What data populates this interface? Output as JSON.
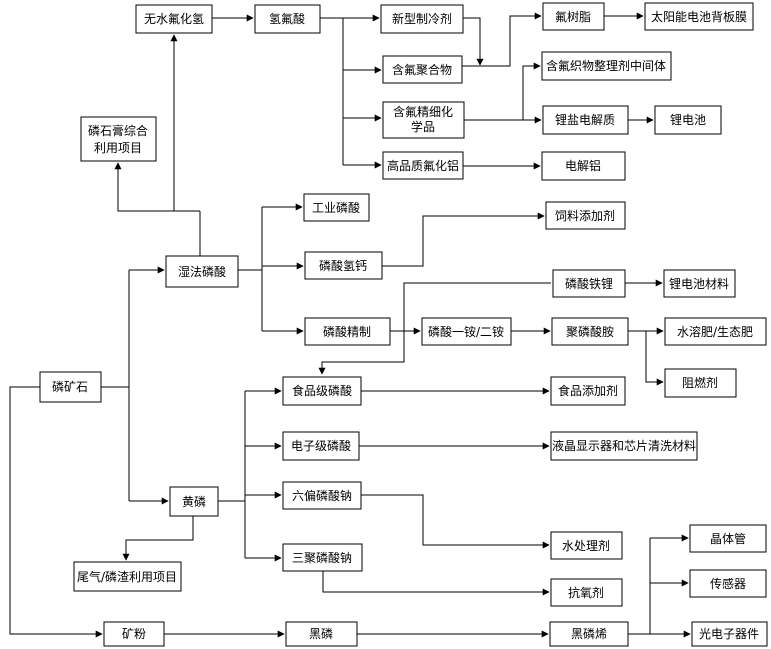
{
  "nodes": {
    "wushui_fuhuaqing": "无水氟化氢",
    "qingfusuan": "氢氟酸",
    "xinxing_zhilengji": "新型制冷剂",
    "fu_shuzhi": "氟树脂",
    "taiyangneng_beiban": "太阳能电池背板膜",
    "hanfu_juhewu": "含氟聚合物",
    "hanfu_zhiwu": "含氟织物整理剂中间体",
    "hanfu_jingxi": "含氟精细化学品",
    "lizan_dianjiezhi": "锂盐电解质",
    "lidianchi_1": "锂电池",
    "gaopinzhi_fuhualv": "高品质氟化铝",
    "dianjielv": "电解铝",
    "shigao_zonghe": "磷石膏综合利用项目",
    "gongye_linsuan": "工业磷酸",
    "siliao_tianjiaji": "饲料添加剂",
    "shifa_linsuan": "湿法磷酸",
    "linsuan_qinggai": "磷酸氢钙",
    "linsuan_tieli": "磷酸铁锂",
    "lidianchi_cailiao": "锂电池材料",
    "linsuan_jingzhi": "磷酸精制",
    "linsuan_yianer": "磷酸一铵/二铵",
    "ju_linsuan_an": "聚磷酸胺",
    "shuirongfei": "水溶肥/生态肥",
    "zuranji": "阻燃剂",
    "linkuangshi": "磷矿石",
    "shipinji_linsuan": "食品级磷酸",
    "shipin_tianjiaji": "食品添加剂",
    "dianziji_linsuan": "电子级磷酸",
    "yejing_xianshi": "液晶显示器和芯片清洗材料",
    "huang_lin": "黄磷",
    "liupian_linsuanna": "六偏磷酸钠",
    "shuichuli": "水处理剂",
    "weiqi_linzha": "尾气/磷渣利用项目",
    "sanju_linsuanna": "三聚磷酸钠",
    "kangyangji": "抗氧剂",
    "jingtiguan": "晶体管",
    "chuanganqi": "传感器",
    "kuangfen": "矿粉",
    "hei_lin": "黑磷",
    "hei_linxi": "黑磷烯",
    "guangdianzi": "光电子器件"
  }
}
